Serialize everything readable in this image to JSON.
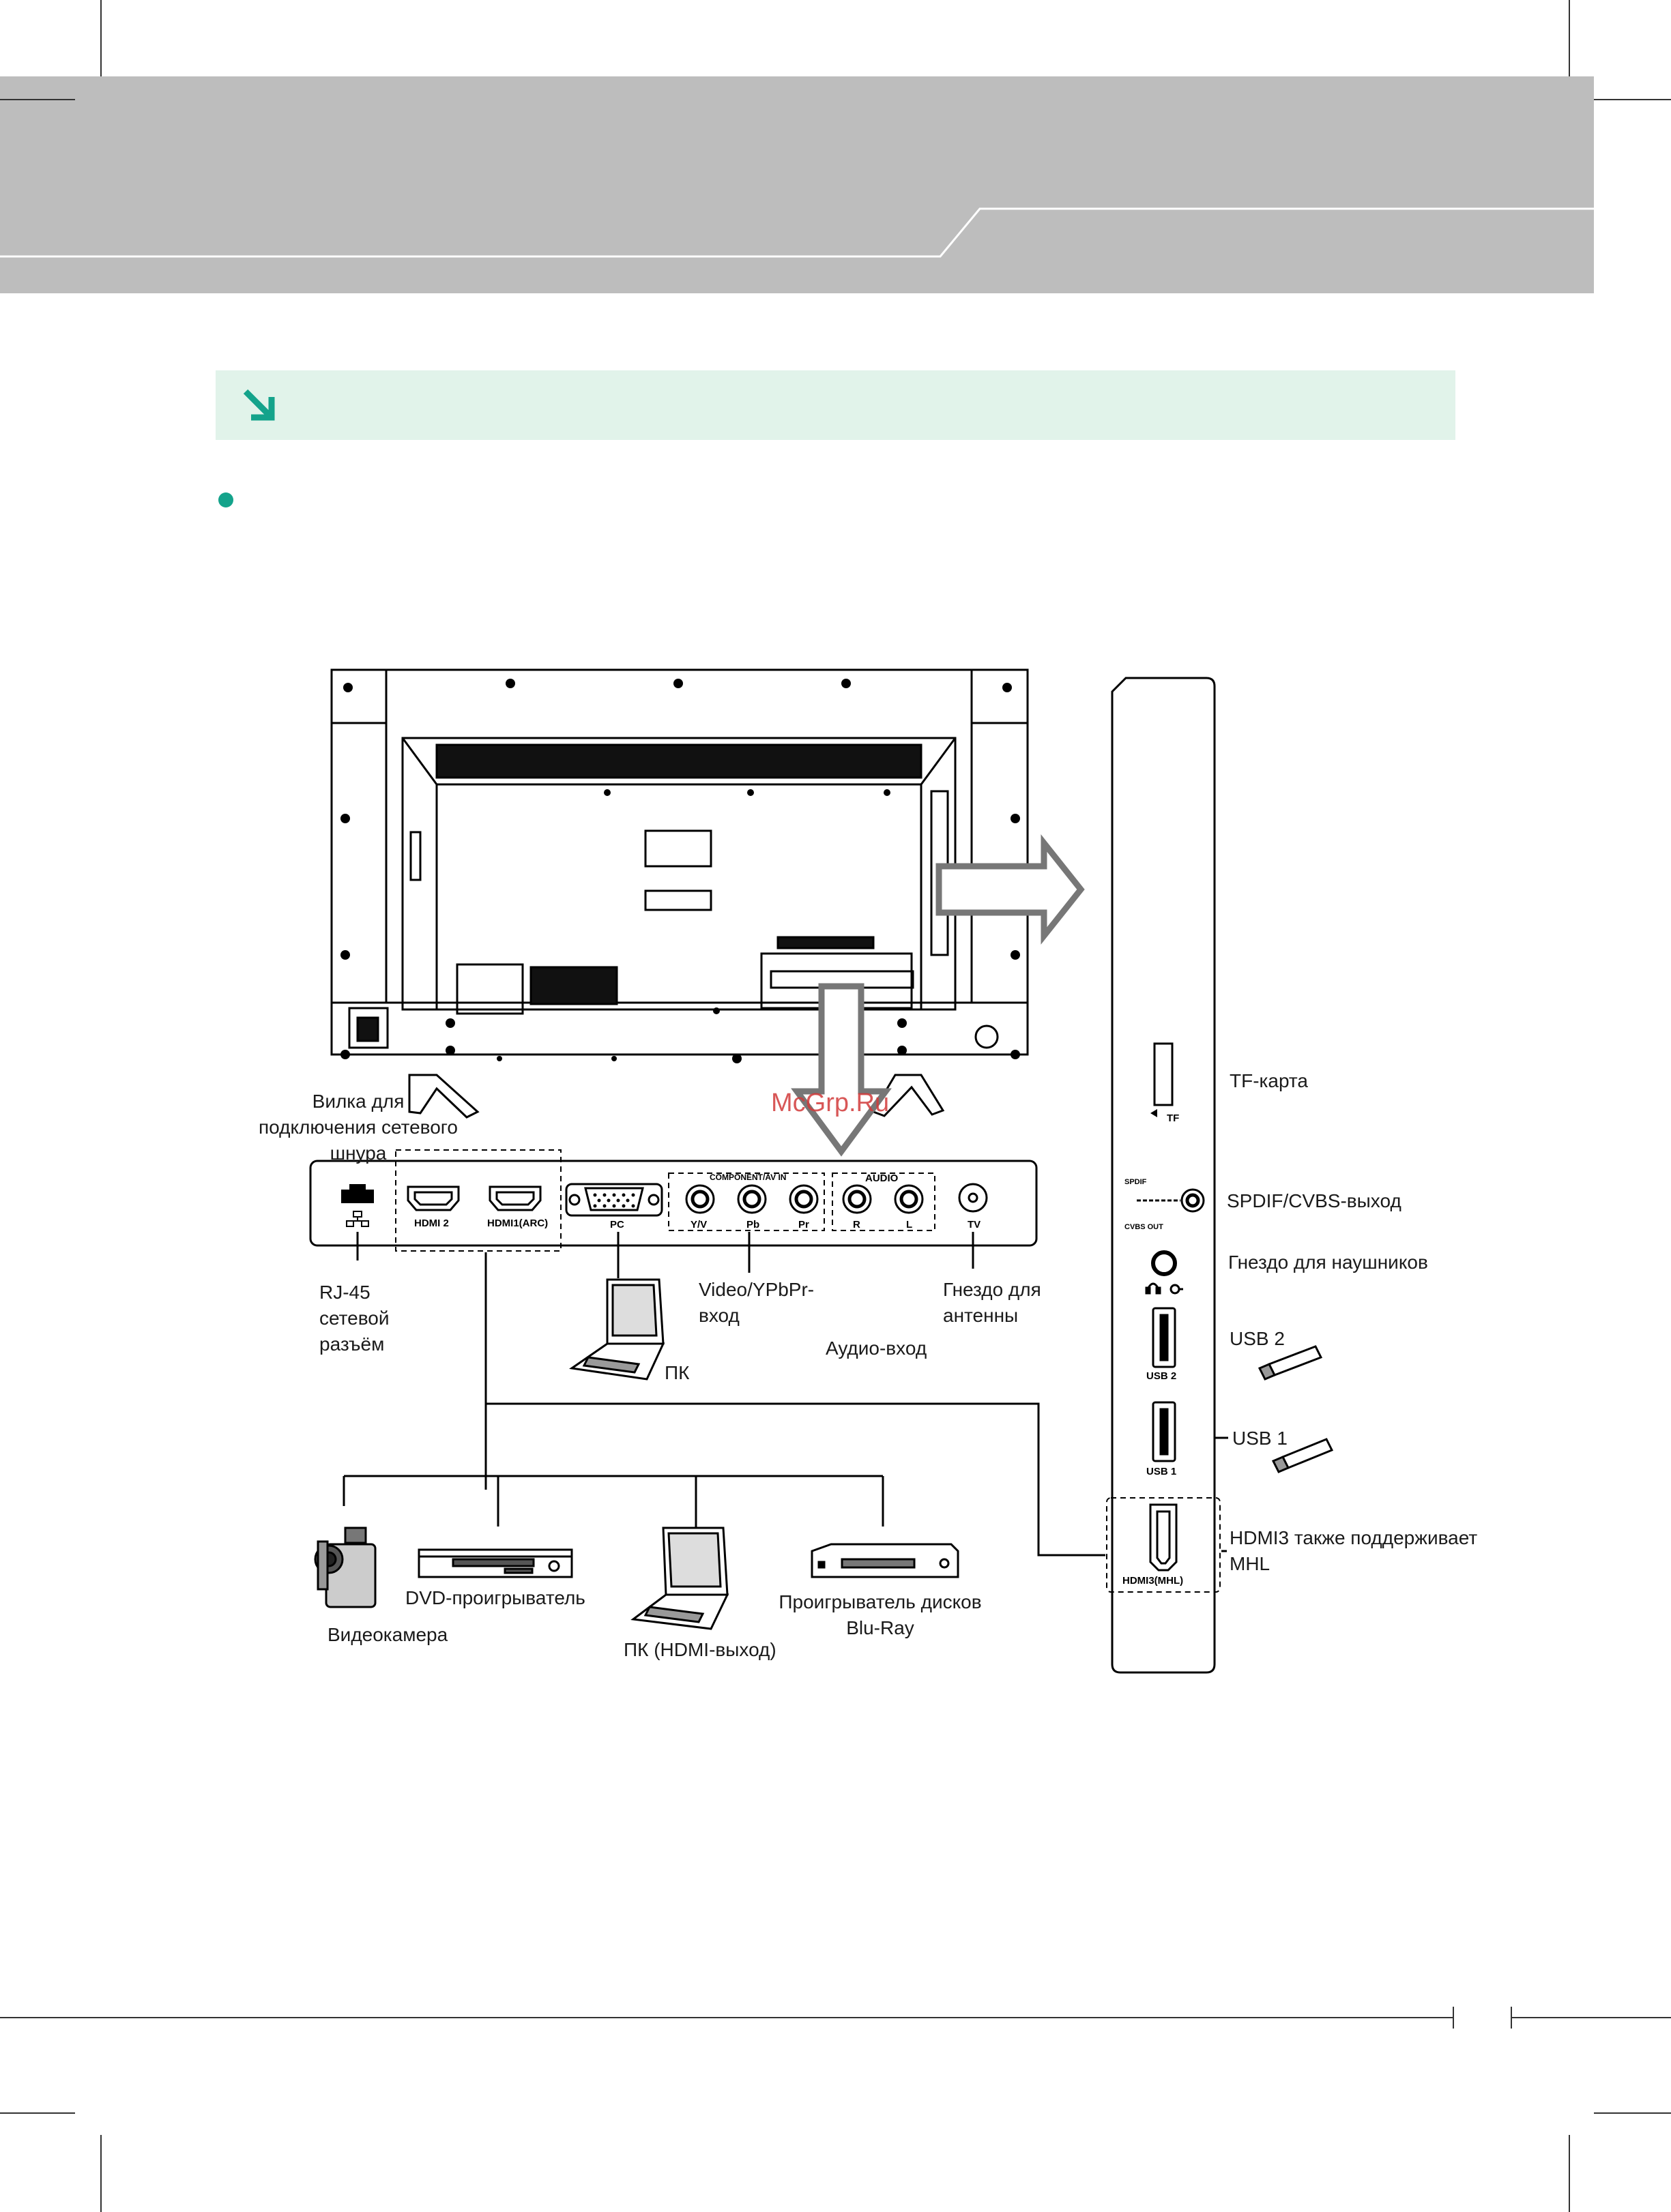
{
  "watermark": "McGrp.Ru",
  "labels": {
    "power_plug": "Вилка для\nподключения сетевого шнура",
    "rj45": "RJ-45\nсетевой\nразъём",
    "video_ypbpr": "Video/YPbPr-\nвход",
    "audio_in": "Аудио-вход",
    "antenna": "Гнездо для\nантенны",
    "pc": "ПК",
    "camcorder": "Видеокамера",
    "dvd": "DVD-проигрыватель",
    "pc_hdmi": "ПК (HDMI-выход)",
    "bluray": "Проигрыватель дисков\nBlu-Ray",
    "tf_card": "TF-карта",
    "spdif_cvbs": "SPDIF/CVBS-выход",
    "headphones": "Гнездо для наушников",
    "usb2": "USB 2",
    "usb1": "USB 1",
    "hdmi3_mhl": "HDMI3 также поддерживает\nMHL"
  },
  "ports": {
    "hdmi2": "HDMI 2",
    "hdmi1": "HDMI1(ARC)",
    "pc": "PC",
    "component_header": "COMPONENT/AV  IN",
    "y_v": "Y/V",
    "pb": "Pb",
    "pr": "Pr",
    "audio_header": "AUDIO",
    "r": "R",
    "l": "L",
    "tv": "TV",
    "tf": "TF",
    "spdif": "SPDIF",
    "cvbs_out": "CVBS OUT",
    "usb2": "USB 2",
    "usb1": "USB 1",
    "hdmi3": "HDMI3(MHL)"
  },
  "colors": {
    "header_band": "#bdbdbd",
    "section_bar": "#e1f3ea",
    "accent": "#14a38b",
    "watermark": "#d23a3a"
  }
}
